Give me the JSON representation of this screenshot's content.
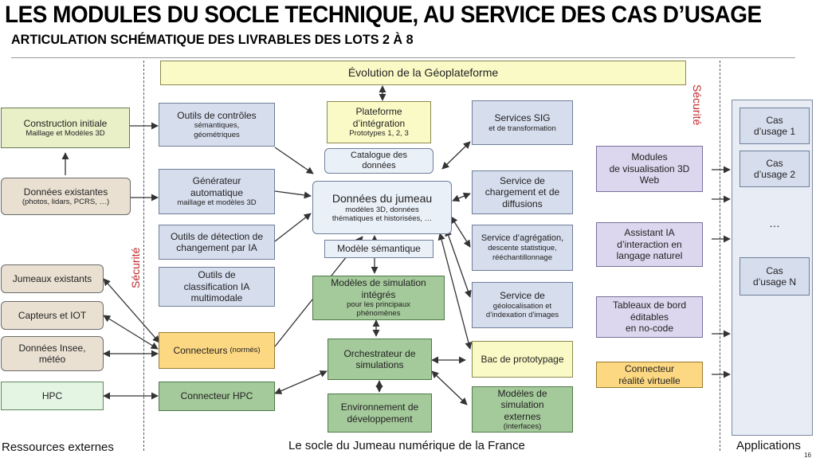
{
  "title": "LES MODULES DU SOCLE TECHNIQUE, AU SERVICE DES CAS D’USAGE",
  "subtitle": "ARTICULATION SCHÉMATIQUE DES LIVRABLES DES LOTS 2 À 8",
  "evolution": "Évolution de la Géoplateforme",
  "security": "Sécurité",
  "external": {
    "construction": {
      "line1": "Construction initiale",
      "line2": "Maillage et Modèles 3D"
    },
    "donnees_existantes": {
      "line1": "Données existantes",
      "line2": "(photos, lidars, PCRS, …)"
    },
    "jumeaux": "Jumeaux existants",
    "capteurs": "Capteurs et IOT",
    "insee": {
      "line1": "Données Insee,",
      "line2": "météo"
    },
    "hpc": "HPC"
  },
  "left_modules": {
    "controles": {
      "line1": "Outils de contrôles",
      "line2": "sémantiques,",
      "line3": "géométriques"
    },
    "generateur": {
      "line1": "Générateur",
      "line2": "automatique",
      "line3": "maillage et modèles 3D"
    },
    "detection": {
      "line1": "Outils de détection de",
      "line2": "changement par IA"
    },
    "classification": {
      "line1": "Outils de",
      "line2": "classification IA",
      "line3": "multimodale"
    },
    "connecteurs": {
      "line1": "Connecteurs",
      "line2": "(normés)"
    },
    "connecteur_hpc": "Connecteur HPC"
  },
  "center_modules": {
    "plateforme": {
      "line1": "Plateforme",
      "line2": "d’intégration",
      "line3": "Prototypes 1, 2, 3"
    },
    "catalogue": {
      "line1": "Catalogue des",
      "line2": "données"
    },
    "donnees_jumeau": {
      "line1": "Données du jumeau",
      "line2": "modèles 3D, données",
      "line3": "thématiques et historisées, …"
    },
    "modele_semantique": "Modèle sémantique",
    "simulation": {
      "line1": "Modèles de simulation",
      "line2": "intégrés",
      "line3": "pour les principaux",
      "line4": "phénomènes"
    },
    "orchestrateur": {
      "line1": "Orchestrateur de",
      "line2": "simulations"
    },
    "environnement": {
      "line1": "Environnement de",
      "line2": "développement"
    }
  },
  "right_modules": {
    "sig": {
      "line1": "Services SIG",
      "line2": "et de transformation"
    },
    "chargement": {
      "line1": "Service de",
      "line2": "chargement et de",
      "line3": "diffusions"
    },
    "agregation": {
      "line1": "Service d’agrégation,",
      "line2": "descente statistique,",
      "line3": "rééchantillonnage"
    },
    "geolocalisation": {
      "line1": "Service de",
      "line2": "géolocalisation et",
      "line3": "d’indexation d’images"
    },
    "bac": "Bac de prototypage",
    "simulation_externe": {
      "line1": "Modèles de",
      "line2": "simulation",
      "line3": "externes",
      "line4": "(interfaces)"
    }
  },
  "outputs": {
    "visualisation": {
      "line1": "Modules",
      "line2": "de visualisation 3D",
      "line3": "Web"
    },
    "assistant": {
      "line1": "Assistant IA",
      "line2": "d’interaction en",
      "line3": "langage naturel"
    },
    "tableaux": {
      "line1": "Tableaux de bord",
      "line2": "éditables",
      "line3": "en no-code"
    },
    "realite": {
      "line1": "Connecteur",
      "line2": "réalité virtuelle"
    }
  },
  "applications": {
    "cas1": {
      "line1": "Cas",
      "line2": "d’usage 1"
    },
    "cas2": {
      "line1": "Cas",
      "line2": "d’usage 2"
    },
    "ellipsis": "…",
    "casn": {
      "line1": "Cas",
      "line2": "d’usage N"
    }
  },
  "footer": {
    "left": "Ressources externes",
    "center": "Le socle du Jumeau numérique de la France",
    "right": "Applications"
  },
  "page_number": "16"
}
